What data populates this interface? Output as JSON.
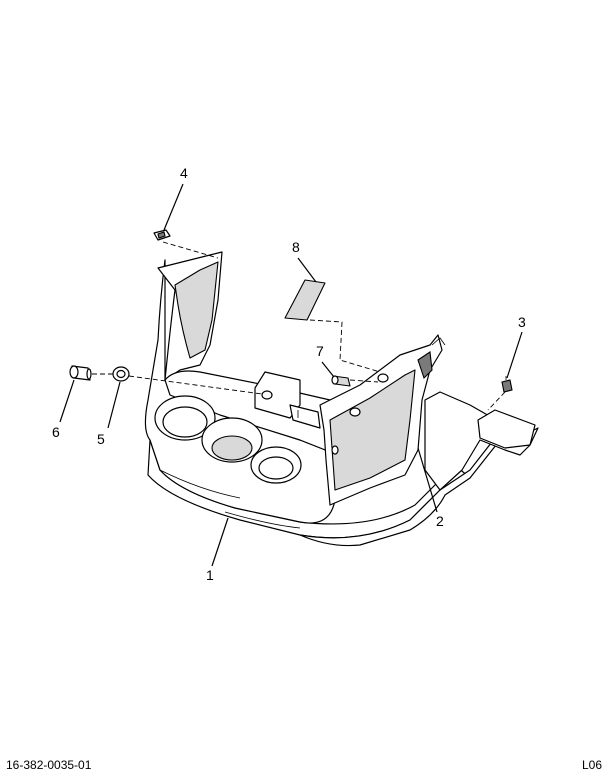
{
  "footer": {
    "document_number": "16-382-0035-01",
    "sheet_code": "L06"
  },
  "callouts": {
    "c1": "1",
    "c2": "2",
    "c3": "3",
    "c4": "4",
    "c5": "5",
    "c6": "6",
    "c7": "7",
    "c8": "8"
  }
}
